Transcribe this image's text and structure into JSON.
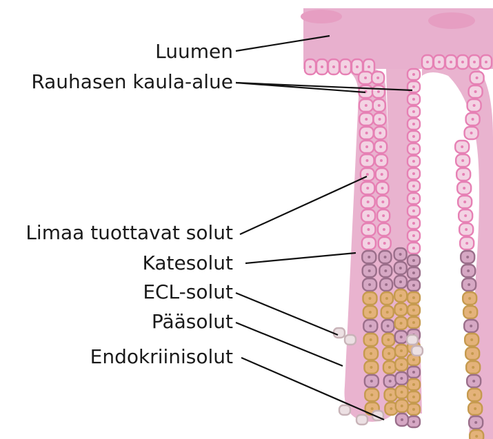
{
  "labels": [
    {
      "id": "lumen",
      "text": "Luumen"
    },
    {
      "id": "neck",
      "text": "Rauhasen kaula-alue"
    },
    {
      "id": "mucous",
      "text": "Limaa tuottavat solut"
    },
    {
      "id": "parietal",
      "text": "Katesolut"
    },
    {
      "id": "ecl",
      "text": "ECL-solut"
    },
    {
      "id": "chief",
      "text": "Pääsolut"
    },
    {
      "id": "endocrine",
      "text": "Endokriinisolut"
    }
  ],
  "colors": {
    "tissue": "#e9b3cf",
    "lumen_top": "#e6aacb",
    "mucous_cell": "#e680b4",
    "mucous_fill": "#f3d3e3",
    "parietal_cell": "#9a6e8a",
    "chief_cell": "#c59a4e",
    "chief_fill": "#e4b27a",
    "ecl_cell": "#c8b3b8",
    "endocrine_cell": "#ccbcc0",
    "leader": "#111111"
  }
}
